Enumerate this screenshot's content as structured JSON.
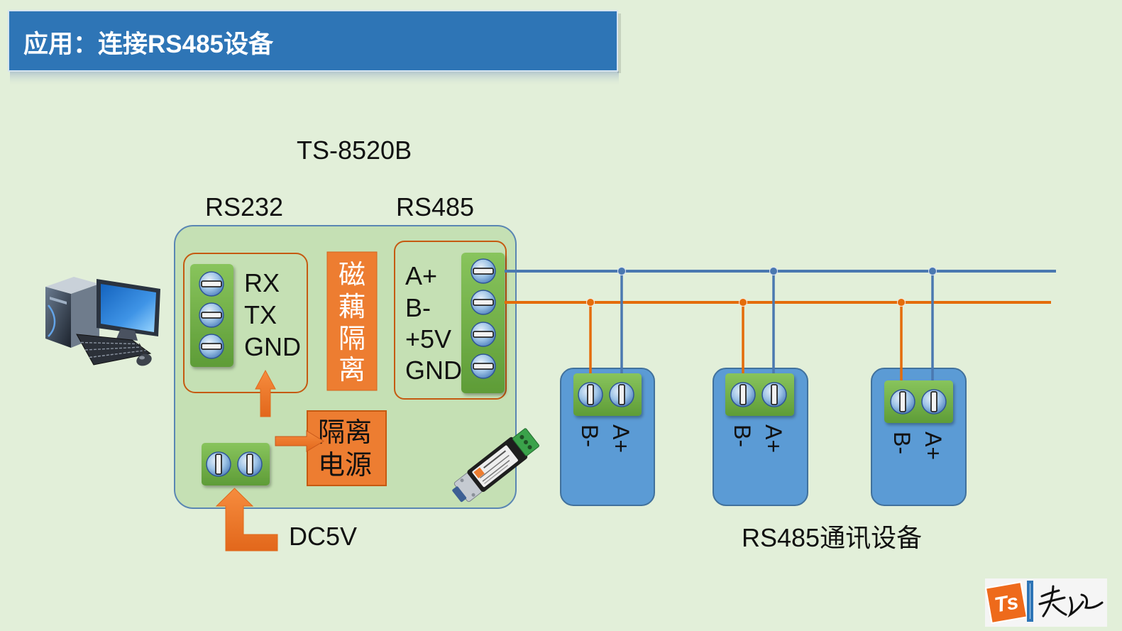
{
  "slide": {
    "title": "应用：连接RS485设备"
  },
  "converter": {
    "model": "TS-8520B",
    "rs232": {
      "label": "RS232",
      "pins": [
        "RX",
        "TX",
        "GND"
      ]
    },
    "isolation": {
      "chars": [
        "磁",
        "藕",
        "隔",
        "离"
      ]
    },
    "rs485": {
      "label": "RS485",
      "pins": [
        "A+",
        "B-",
        "+5V",
        "GND"
      ]
    },
    "isolated_power": {
      "lines": [
        "隔离",
        "电源"
      ]
    },
    "power_input": "DC5V"
  },
  "bus": {
    "devices_label": "RS485通讯设备",
    "devices": [
      {
        "pins": [
          "B-",
          "A+"
        ]
      },
      {
        "pins": [
          "B-",
          "A+"
        ]
      },
      {
        "pins": [
          "B-",
          "A+"
        ]
      }
    ]
  },
  "logo": {
    "text": "Ts"
  },
  "icons": {
    "computer": "desktop-computer-icon",
    "adapter": "rs232-rs485-adapter-photo",
    "screw": "terminal-screw-icon"
  },
  "colors": {
    "background": "#e2efd9",
    "title_bar": "#2e75b6",
    "converter_fill": "#c5e0b4",
    "terminal_block": "#70ad47",
    "orange_accent": "#ed7d31",
    "bus_line_a": "#4a78b0",
    "bus_line_b": "#e46c0a",
    "device_fill": "#5b9bd5"
  }
}
